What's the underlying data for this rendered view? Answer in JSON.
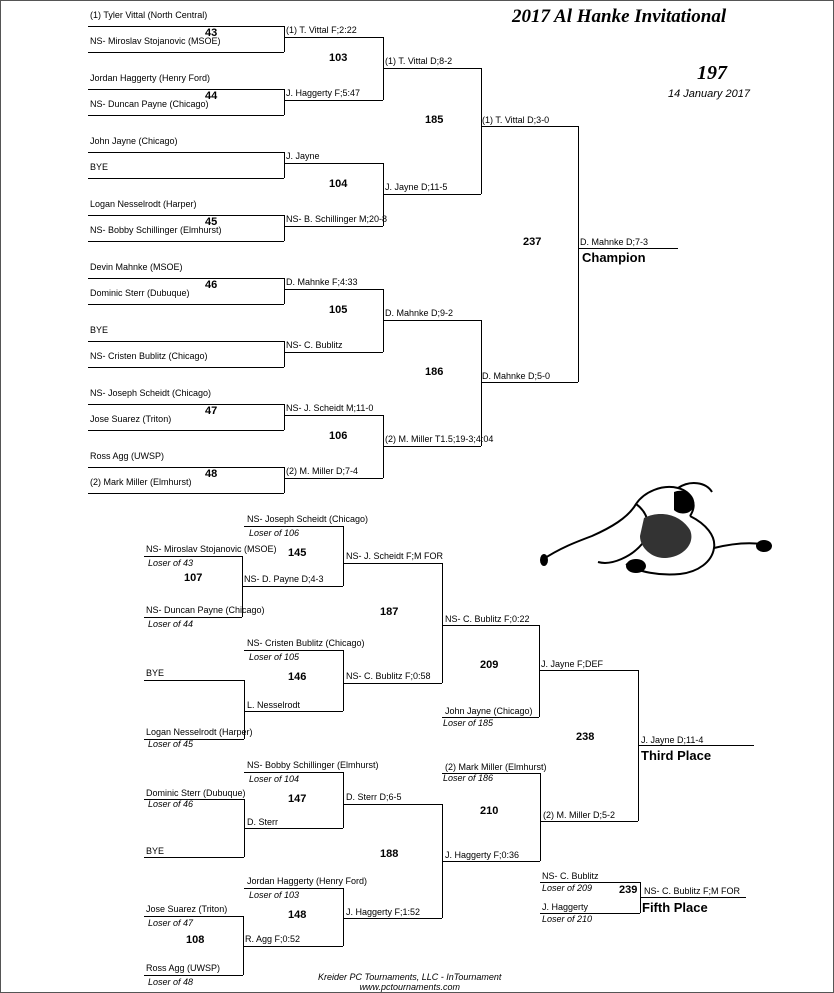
{
  "header": {
    "title": "2017 Al Hanke Invitational",
    "weight": "197",
    "date": "14 January 2017"
  },
  "championship": {
    "round1": [
      {
        "top": "(1) Tyler Vittal (North Central)",
        "bout": "43",
        "bottom": "NS- Miroslav Stojanovic (MSOE)"
      },
      {
        "top": "Jordan Haggerty (Henry Ford)",
        "bout": "44",
        "bottom": "NS- Duncan Payne (Chicago)"
      },
      {
        "top": "John Jayne (Chicago)",
        "bout": "",
        "bottom": "BYE"
      },
      {
        "top": "Logan Nesselrodt (Harper)",
        "bout": "45",
        "bottom": "NS- Bobby Schillinger (Elmhurst)"
      },
      {
        "top": "Devin Mahnke (MSOE)",
        "bout": "46",
        "bottom": "Dominic Sterr (Dubuque)"
      },
      {
        "top": "BYE",
        "bout": "",
        "bottom": "NS- Cristen Bublitz (Chicago)"
      },
      {
        "top": "NS- Joseph Scheidt (Chicago)",
        "bout": "47",
        "bottom": "Jose Suarez (Triton)"
      },
      {
        "top": "Ross Agg (UWSP)",
        "bout": "48",
        "bottom": "(2) Mark Miller (Elmhurst)"
      }
    ],
    "round2": [
      {
        "top": "(1) T. Vittal F;2:22",
        "bout": "103",
        "bottom": "J. Haggerty F;5:47"
      },
      {
        "top": "J. Jayne",
        "bout": "104",
        "bottom": "NS- B. Schillinger M;20-8"
      },
      {
        "top": "D. Mahnke F;4:33",
        "bout": "105",
        "bottom": "NS- C. Bublitz"
      },
      {
        "top": "NS- J. Scheidt M;11-0",
        "bout": "106",
        "bottom": "(2) M. Miller D;7-4"
      }
    ],
    "quarters": [
      {
        "top": "(1) T. Vittal D;8-2",
        "bout": "185",
        "bottom": "J. Jayne D;11-5"
      },
      {
        "top": "D. Mahnke D;9-2",
        "bout": "186",
        "bottom": "(2) M. Miller T1.5;19-3;4:04"
      }
    ],
    "semis": {
      "top": "(1) T. Vittal D;3-0",
      "bout": "237",
      "bottom": "D. Mahnke D;5-0"
    },
    "champion": {
      "result": "D. Mahnke D;7-3",
      "label": "Champion"
    }
  },
  "consolation": {
    "group1": {
      "pig": {
        "name": "NS- Joseph Scheidt (Chicago)",
        "loser": "Loser of  106",
        "bout": "145"
      },
      "c107": {
        "top": "NS- Miroslav Stojanovic (MSOE)",
        "top_loser": "Loser of  43",
        "bout": "107",
        "bottom": "NS- Duncan Payne (Chicago)",
        "bottom_loser": "Loser of  44",
        "result": "NS- D. Payne D;4-3"
      },
      "result145": "NS- J. Scheidt F;M FOR"
    },
    "group2": {
      "pig": {
        "name": "NS- Cristen Bublitz (Chicago)",
        "loser": "Loser of  105",
        "bout": "146"
      },
      "c": {
        "top": "BYE",
        "bottom": "Logan Nesselrodt (Harper)",
        "bottom_loser": "Loser of  45",
        "result": "L. Nesselrodt"
      },
      "result146": "NS- C. Bublitz F;0:58"
    },
    "bout187": "187",
    "result187": "NS- C. Bublitz F;0:22",
    "jayne": {
      "name": "John Jayne (Chicago)",
      "loser": "Loser of  185"
    },
    "bout209": "209",
    "result209": "J. Jayne F;DEF",
    "group3": {
      "pig": {
        "name": "NS- Bobby Schillinger (Elmhurst)",
        "loser": "Loser of  104",
        "bout": "147"
      },
      "c": {
        "top": "Dominic Sterr (Dubuque)",
        "top_loser": "Loser of  46",
        "bottom": "BYE",
        "result": "D. Sterr"
      },
      "result147": "D. Sterr D;6-5"
    },
    "group4": {
      "pig": {
        "name": "Jordan Haggerty (Henry Ford)",
        "loser": "Loser of  103",
        "bout": "148"
      },
      "c108": {
        "top": "Jose Suarez (Triton)",
        "top_loser": "Loser of  47",
        "bout": "108",
        "bottom": "Ross Agg (UWSP)",
        "bottom_loser": "Loser of  48",
        "result": "R. Agg F;0:52"
      },
      "result148": "J. Haggerty F;1:52"
    },
    "bout188": "188",
    "result188": "J. Haggerty F;0:36",
    "miller": {
      "name": "(2) Mark Miller (Elmhurst)",
      "loser": "Loser of  186"
    },
    "bout210": "210",
    "result210": "(2) M. Miller D;5-2",
    "bout238": "238",
    "third": {
      "result": "J. Jayne D;11-4",
      "label": "Third Place"
    },
    "fifth": {
      "top": "NS- C. Bublitz",
      "top_loser": "Loser of  209",
      "bout": "239",
      "bottom": "J. Haggerty",
      "bottom_loser": "Loser of  210",
      "result": "NS- C. Bublitz F;M FOR",
      "label": "Fifth Place"
    }
  },
  "footer": {
    "line1": "Kreider PC Tournaments, LLC - InTournament",
    "line2": "www.pctournaments.com"
  }
}
